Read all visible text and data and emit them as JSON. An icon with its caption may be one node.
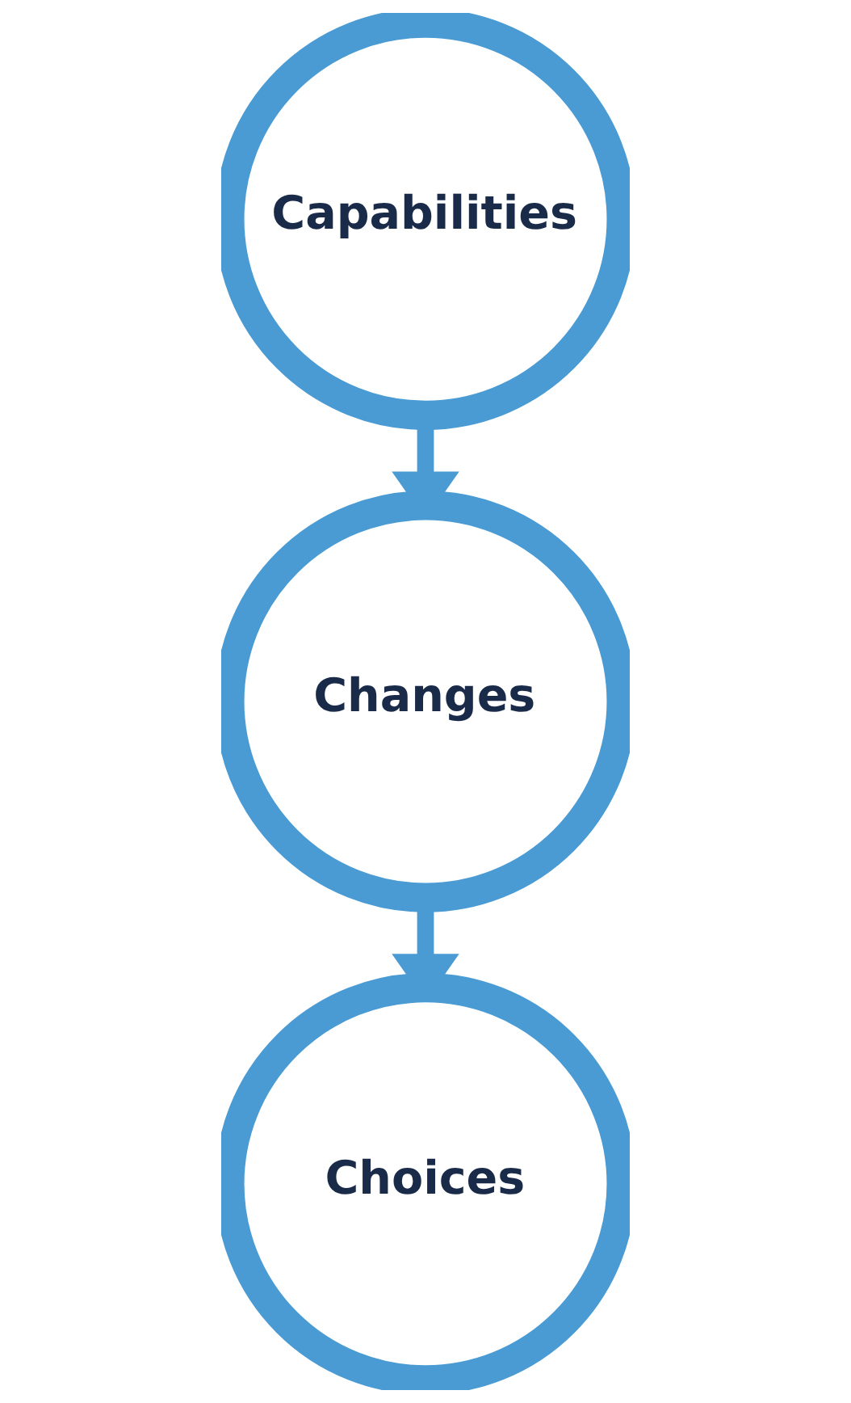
{
  "diagram": {
    "nodes": [
      {
        "text": [
          "Capabilities"
        ]
      },
      {
        "text": [
          "Changes"
        ]
      },
      {
        "text": [
          "Choices"
        ]
      }
    ],
    "edges": [
      {
        "from": 0,
        "to": 1,
        "arrow": "to"
      },
      {
        "from": 1,
        "to": 2,
        "arrow": "to"
      }
    ]
  }
}
